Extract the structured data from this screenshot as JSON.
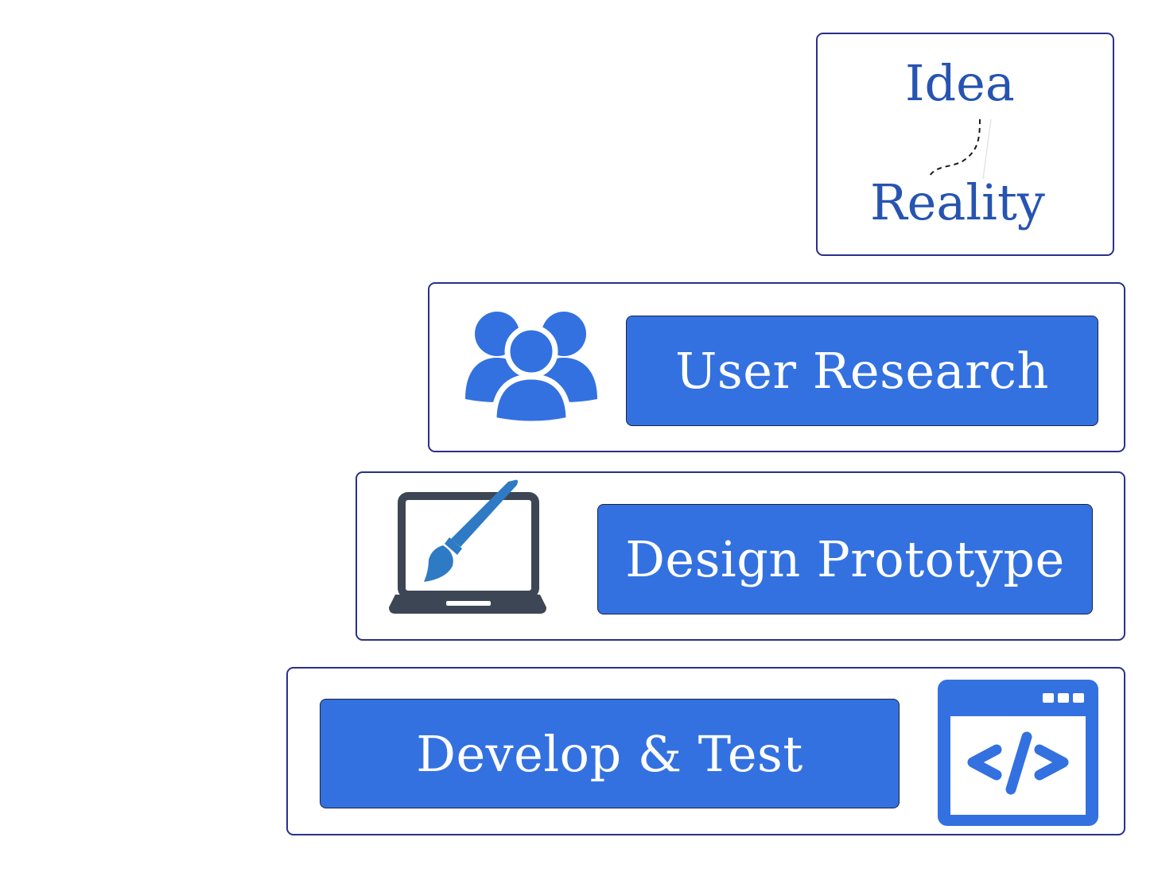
{
  "idea_box": {
    "top_word": "Idea",
    "bottom_word": "Reality"
  },
  "steps": [
    {
      "label": "User Research",
      "icon": "users-group-icon"
    },
    {
      "label": "Design Prototype",
      "icon": "laptop-paintbrush-icon"
    },
    {
      "label": "Develop & Test",
      "icon": "code-window-icon"
    }
  ],
  "colors": {
    "accent": "#3371e0",
    "frame_border": "#2b2f8a",
    "text_blue": "#2654b0",
    "laptop_gray": "#3d4654",
    "white": "#ffffff"
  }
}
